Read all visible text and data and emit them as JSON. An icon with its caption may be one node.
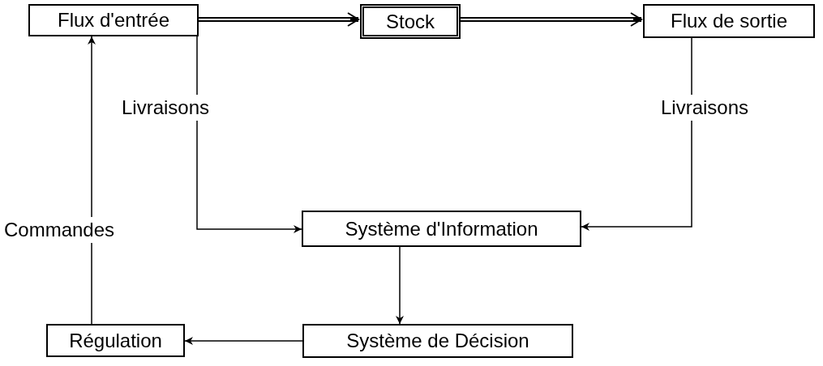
{
  "diagram": {
    "nodes": [
      {
        "text": [
          "Flux d'entrée"
        ]
      },
      {
        "text": [
          "Stock"
        ]
      },
      {
        "text": [
          "Flux de sortie"
        ]
      },
      {
        "text": [
          "Système d'Information"
        ]
      },
      {
        "text": [
          "Système de Décision"
        ]
      },
      {
        "text": [
          "Régulation"
        ]
      }
    ],
    "edges": [
      {
        "from": 0,
        "to": 1,
        "arrow": "to",
        "style": "thick"
      },
      {
        "from": 1,
        "to": 2,
        "arrow": "to",
        "style": "thick"
      },
      {
        "from": 0,
        "to": 3,
        "arrow": "to",
        "label": "Livraisons"
      },
      {
        "from": 2,
        "to": 3,
        "arrow": "to",
        "label": "Livraisons"
      },
      {
        "from": 3,
        "to": 4,
        "arrow": "to"
      },
      {
        "from": 4,
        "to": 5,
        "arrow": "to"
      },
      {
        "from": 5,
        "to": 0,
        "arrow": "to",
        "label": "Commandes"
      }
    ]
  }
}
